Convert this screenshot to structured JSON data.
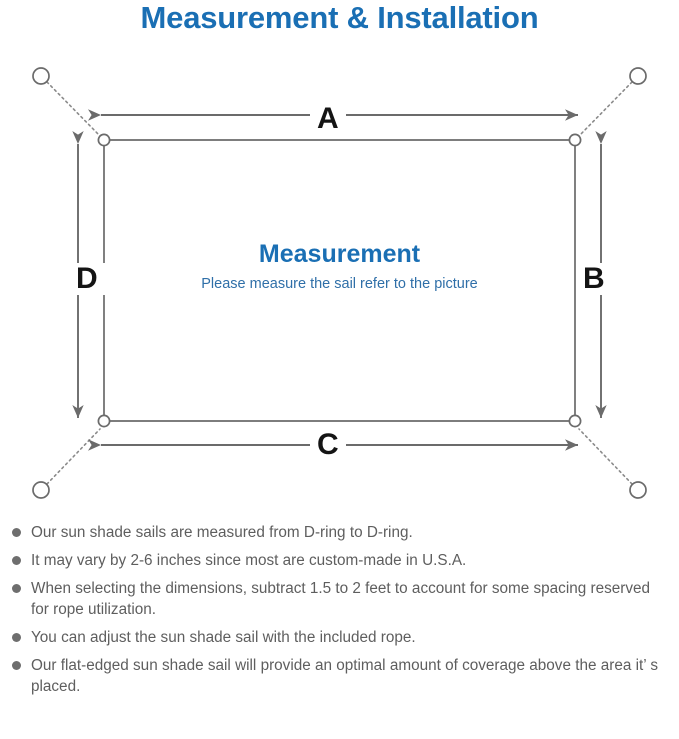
{
  "page": {
    "title": "Measurement & Installation",
    "title_color": "#1a6fb4",
    "background": "#ffffff"
  },
  "diagram": {
    "name": "sun-shade-sail-measurement-diagram",
    "line_color": "#6b6b6b",
    "labels": {
      "top": "A",
      "right": "B",
      "bottom": "C",
      "left": "D"
    },
    "center": {
      "heading": "Measurement",
      "heading_color": "#1a6fb4",
      "subheading": "Please measure the sail refer to the picture",
      "subheading_color": "#2f6fa8"
    },
    "anchor_points": [
      {
        "name": "anchor-top-left"
      },
      {
        "name": "anchor-top-right"
      },
      {
        "name": "anchor-bottom-left"
      },
      {
        "name": "anchor-bottom-right"
      }
    ],
    "d_rings": [
      {
        "name": "d-ring-top-left"
      },
      {
        "name": "d-ring-top-right"
      },
      {
        "name": "d-ring-bottom-left"
      },
      {
        "name": "d-ring-bottom-right"
      }
    ]
  },
  "notes": {
    "bullet_color": "#6e6e6e",
    "text_color": "#5e5e5e",
    "items": [
      "Our sun shade sails are measured from D-ring to D-ring.",
      "It may vary by 2-6 inches since most are custom-made in U.S.A.",
      "When selecting the dimensions, subtract 1.5 to 2 feet to account for some spacing reserved for rope utilization.",
      "You can adjust the sun shade sail with the included rope.",
      "Our flat-edged sun shade sail will provide an optimal amount of coverage above the area it’ s placed."
    ]
  }
}
